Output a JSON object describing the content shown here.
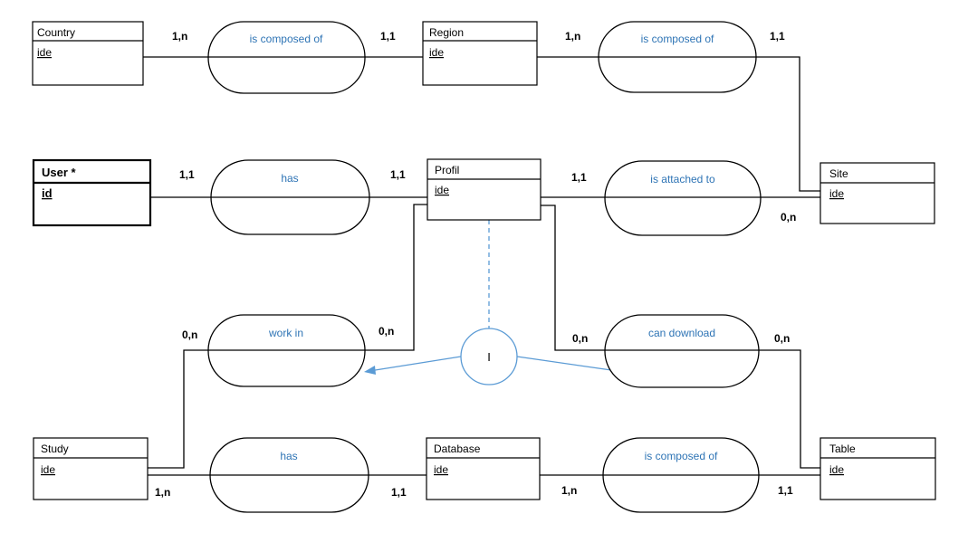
{
  "entities": {
    "country": {
      "title": "Country",
      "key": "ide"
    },
    "region": {
      "title": "Region",
      "key": "ide"
    },
    "user": {
      "title": "User *",
      "key": "id"
    },
    "profil": {
      "title": "Profil",
      "key": "ide"
    },
    "site": {
      "title": "Site",
      "key": "ide"
    },
    "study": {
      "title": "Study",
      "key": "ide"
    },
    "database": {
      "title": "Database",
      "key": "ide"
    },
    "table": {
      "title": "Table",
      "key": "ide"
    }
  },
  "relationships": {
    "country_region": "is composed of",
    "region_site": "is composed of",
    "user_profil": "has",
    "profil_site": "is attached to",
    "work_in": "work in",
    "can_download": "can download",
    "study_database": "has",
    "database_table": "is composed of"
  },
  "cardinalities": {
    "country_side": "1,n",
    "region_left": "1,1",
    "region_right": "1,n",
    "site_top": "1,1",
    "user_side": "1,1",
    "profil_user_side": "1,1",
    "profil_site_side": "1,1",
    "site_side": "0,n",
    "study_workin": "0,n",
    "profil_workin": "0,n",
    "profil_download": "0,n",
    "table_download": "0,n",
    "study_has": "1,n",
    "database_has": "1,1",
    "database_composed": "1,n",
    "table_composed": "1,1"
  },
  "constraint": {
    "label": "I"
  },
  "colors": {
    "relationship_text": "#2e74b5",
    "constraint_line": "#5b9bd5",
    "stroke": "#000000"
  }
}
